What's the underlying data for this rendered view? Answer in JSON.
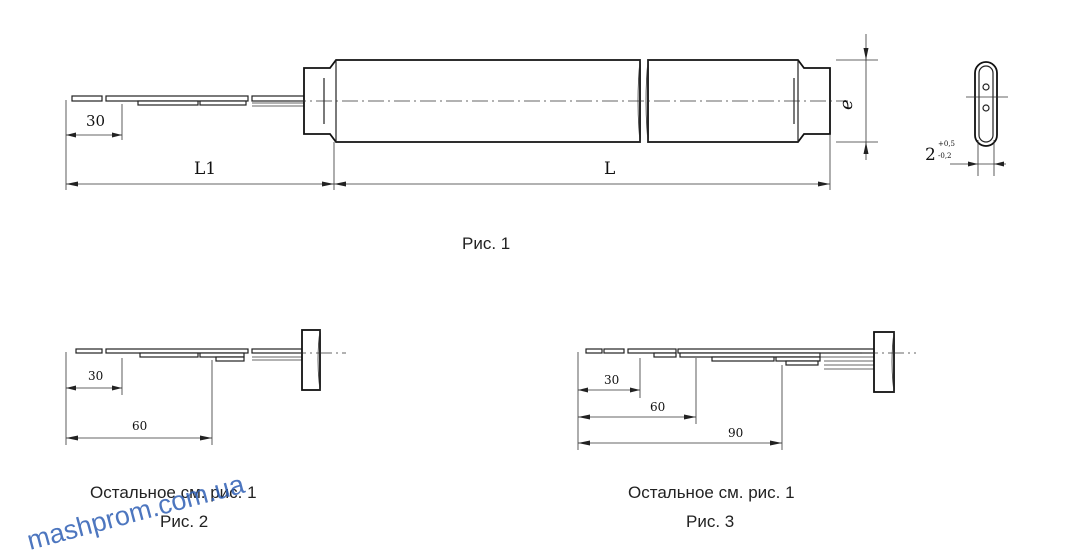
{
  "figure1": {
    "dim_30": "30",
    "dim_L1": "L1",
    "dim_L": "L",
    "dim_e": "e",
    "dim_2_base": "2",
    "dim_2_upper": "+0,5",
    "dim_2_lower": "-0,2",
    "caption": "Рис. 1"
  },
  "figure2": {
    "dim_30": "30",
    "dim_60": "60",
    "note": "Остальное см. рис. 1",
    "caption": "Рис. 2"
  },
  "figure3": {
    "dim_30": "30",
    "dim_60": "60",
    "dim_90": "90",
    "note": "Остальное см. рис. 1",
    "caption": "Рис. 3"
  },
  "watermark": "mashprom.com.ua",
  "colors": {
    "line": "#222222",
    "watermark": "#2e5fb4"
  }
}
